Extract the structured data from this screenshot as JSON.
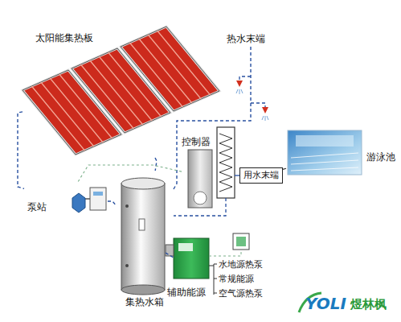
{
  "diagram": {
    "nodes": [
      {
        "text": [
          "太阳能集热板"
        ]
      },
      {
        "text": [
          "热水末端"
        ]
      },
      {
        "text": [
          "控制器"
        ]
      },
      {
        "text": [
          "用水末端"
        ]
      },
      {
        "text": [
          "游泳池"
        ]
      },
      {
        "text": [
          "泵站"
        ]
      },
      {
        "text": [
          "集热水箱"
        ]
      },
      {
        "text": [
          "辅助能源"
        ]
      }
    ],
    "edges": [
      {
        "from": 0,
        "to": 5,
        "arrow": "none"
      },
      {
        "from": 0,
        "to": 6,
        "arrow": "none"
      },
      {
        "from": 5,
        "to": 6,
        "arrow": "none"
      },
      {
        "from": 6,
        "to": 1,
        "arrow": "none"
      },
      {
        "from": 3,
        "to": 4,
        "arrow": "none"
      },
      {
        "from": 7,
        "to": 6,
        "arrow": "none"
      },
      {
        "from": 2,
        "to": 5,
        "arrow": "none"
      }
    ],
    "labels": [
      "水地源热泵",
      "常规能源",
      "空气源热泵",
      "YOLI",
      "煜林枫"
    ]
  }
}
